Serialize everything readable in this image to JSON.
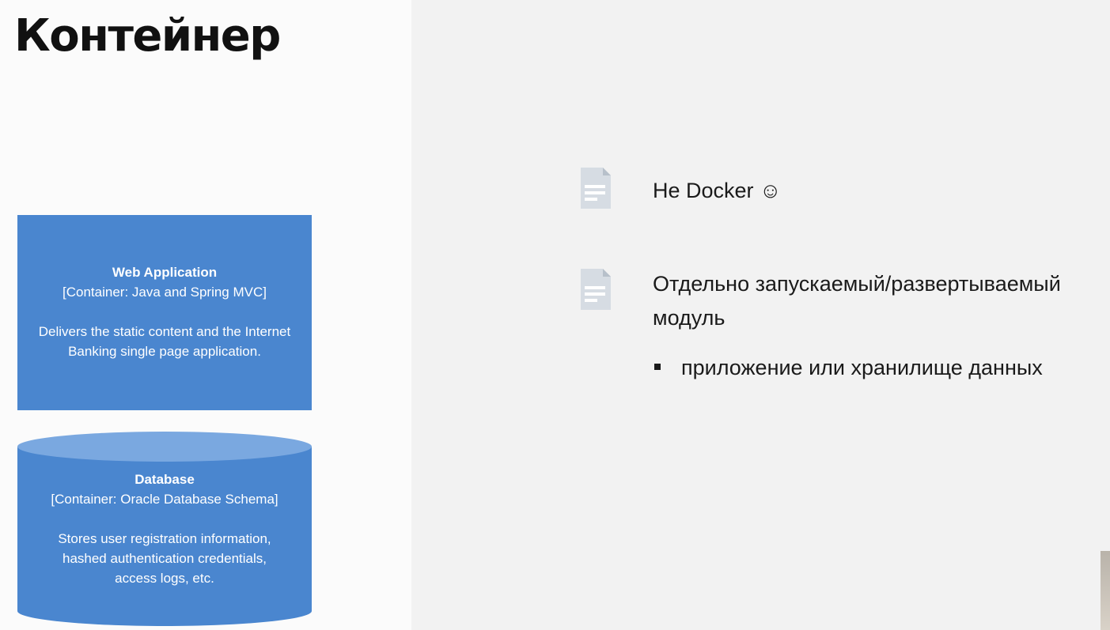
{
  "slide": {
    "title": "Контейнер"
  },
  "diagram": {
    "web_app": {
      "name": "Web Application",
      "technology": "[Container: Java and Spring MVC]",
      "description": "Delivers the static content and the Internet Banking single page application."
    },
    "database": {
      "name": "Database",
      "technology": "[Container: Oracle Database Schema]",
      "description": "Stores user registration information, hashed authentication credentials, access logs, etc."
    },
    "colors": {
      "container_fill": "#4a86cf",
      "cylinder_top": "#7aa8e0",
      "text": "#ffffff"
    }
  },
  "bullets": {
    "items": [
      {
        "icon": "document-icon",
        "text": "Не Docker ☺"
      },
      {
        "icon": "document-icon",
        "text_line1": "Отдельно запускаемый/развертываемый",
        "text_line2": "модуль"
      }
    ],
    "sub_item": "приложение или хранилище данных"
  }
}
